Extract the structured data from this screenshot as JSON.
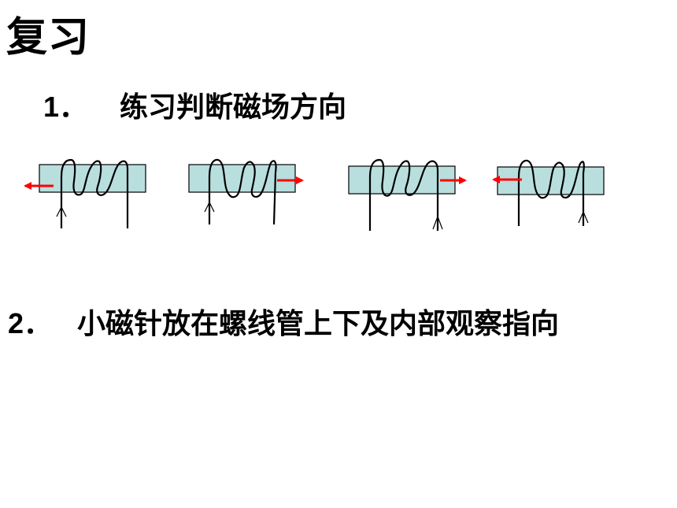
{
  "heading": "复习",
  "items": [
    {
      "number": "1．",
      "text": "练习判断磁场方向"
    },
    {
      "number": "2．",
      "text": "小磁针放在螺线管上下及内部观察指向"
    }
  ],
  "colors": {
    "core_fill": "#b9dede",
    "arrow": "#ff0000",
    "line": "#000000"
  },
  "solenoids": [
    {
      "name": "solenoid-1",
      "wind": "forward",
      "field_arrow": "left",
      "current_arrow_lead": "left"
    },
    {
      "name": "solenoid-2",
      "wind": "reverse",
      "field_arrow": "right",
      "current_arrow_lead": "left"
    },
    {
      "name": "solenoid-3",
      "wind": "forward",
      "field_arrow": "right",
      "current_arrow_lead": "right"
    },
    {
      "name": "solenoid-4",
      "wind": "reverse",
      "field_arrow": "left",
      "current_arrow_lead": "right"
    }
  ]
}
